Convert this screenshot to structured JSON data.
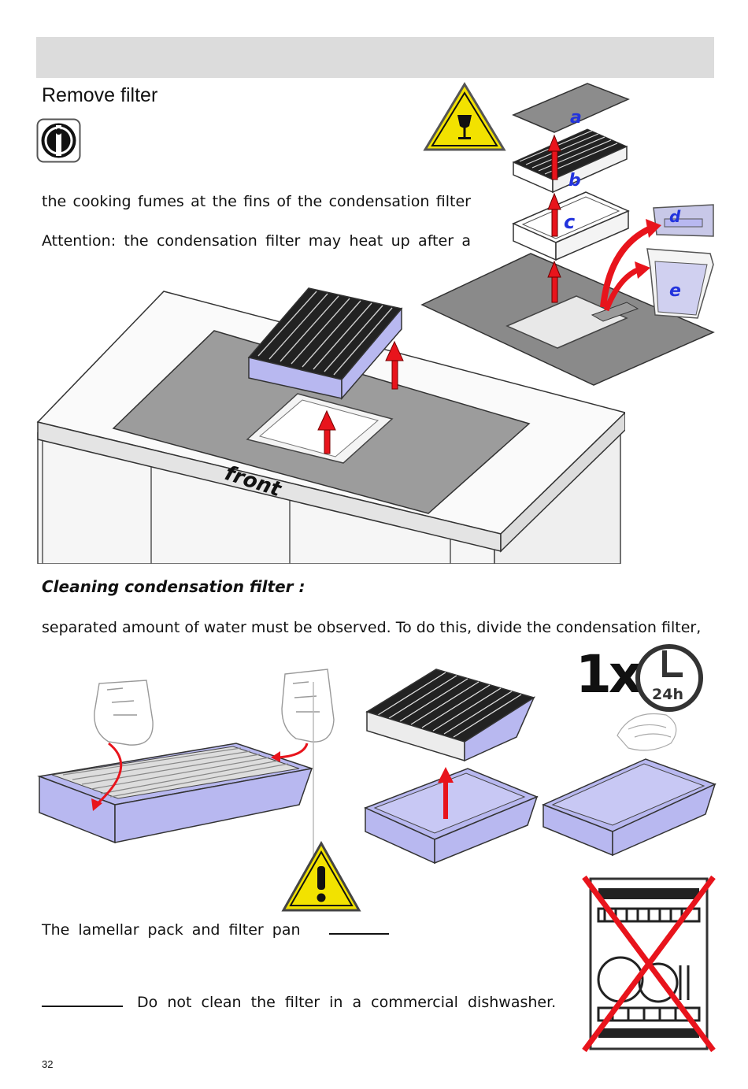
{
  "page": {
    "section_title": "Remove filter",
    "para1_line1": "the cooking fumes at the fins of the condensation filter",
    "para1_line2": "Attention: the condensation filter may heat up after a",
    "subheading": "Cleaning condensation filter :",
    "para2": "separated amount of water must be observed. To do this, divide the condensation filter,",
    "para3": "The lamellar pack and filter pan",
    "para4": "Do not clean the filter in a commercial dishwasher.",
    "page_number": "32"
  },
  "figure_labels": {
    "part_a": "a",
    "part_b": "b",
    "part_c": "c",
    "part_d": "d",
    "part_e": "e",
    "front": "front",
    "frequency": "1x",
    "interval": "24h"
  },
  "icons": [
    "info-icon",
    "fragile-warning-icon",
    "warning-exclamation-icon",
    "clock-24h-icon",
    "no-dishwasher-icon"
  ],
  "colors": {
    "header_bar": "#dcdcdc",
    "warning_yellow": "#f2e200",
    "arrow_red": "#e8141c",
    "part_blue": "#b8b8f0",
    "label_blue": "#2233dd"
  }
}
